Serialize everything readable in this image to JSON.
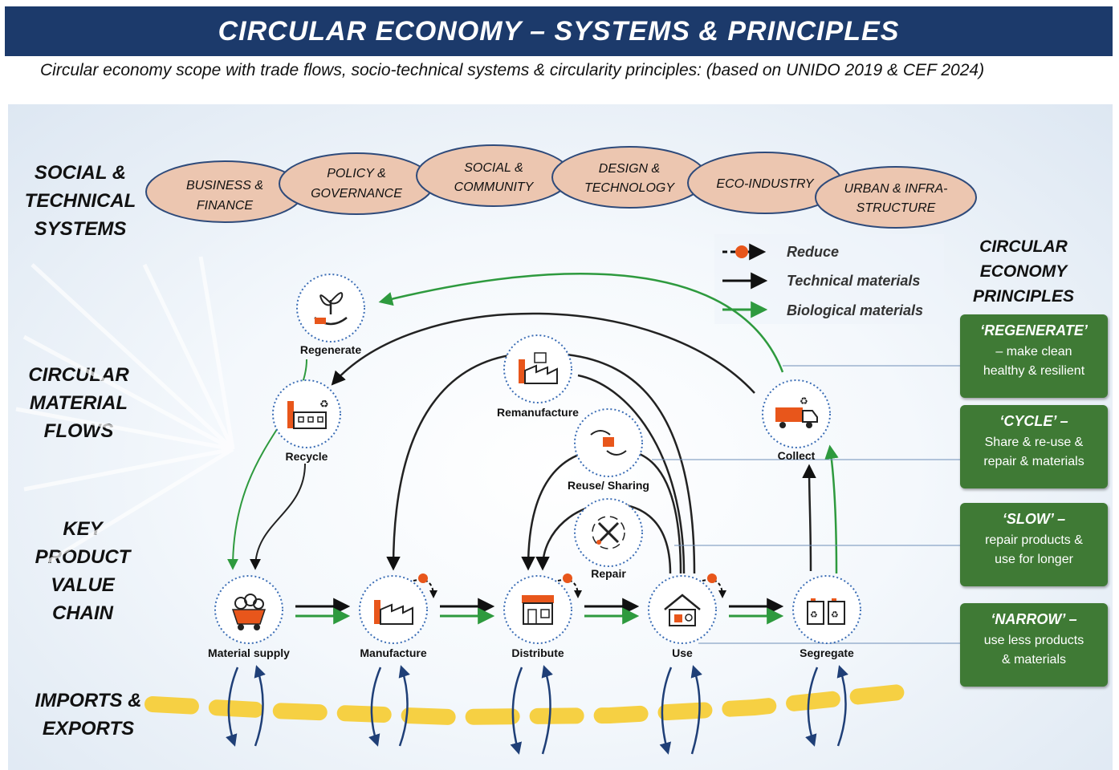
{
  "header": {
    "title": "CIRCULAR ECONOMY – SYSTEMS & PRINCIPLES",
    "subtitle": "Circular economy scope with trade flows, socio-technical systems & circularity principles:  (based on UNIDO 2019 & CEF 2024)"
  },
  "rows": {
    "social_technical": "SOCIAL & TECHNICAL SYSTEMS",
    "material_flows": "CIRCULAR MATERIAL FLOWS",
    "value_chain": "KEY PRODUCT VALUE CHAIN",
    "imports_exports": "IMPORTS & EXPORTS"
  },
  "systems": [
    {
      "line1": "BUSINESS &",
      "line2": "FINANCE"
    },
    {
      "line1": "POLICY &",
      "line2": "GOVERNANCE"
    },
    {
      "line1": "SOCIAL &",
      "line2": "COMMUNITY"
    },
    {
      "line1": "DESIGN &",
      "line2": "TECHNOLOGY"
    },
    {
      "line1": "ECO-INDUSTRY",
      "line2": ""
    },
    {
      "line1": "URBAN & INFRA-",
      "line2": "STRUCTURE"
    }
  ],
  "legend": {
    "reduce": "Reduce",
    "technical": "Technical materials",
    "biological": "Biological materials"
  },
  "nodes": {
    "regenerate": "Regenerate",
    "recycle": "Recycle",
    "remanufacture": "Remanufacture",
    "reuse": "Reuse/ Sharing",
    "repair": "Repair",
    "collect": "Collect",
    "material_supply": "Material supply",
    "manufacture": "Manufacture",
    "distribute": "Distribute",
    "use": "Use",
    "segregate": "Segregate"
  },
  "principles": {
    "title": "CIRCULAR ECONOMY PRINCIPLES",
    "items": [
      {
        "heading": "‘REGENERATE’",
        "line1": "– make clean",
        "line2": "healthy & resilient"
      },
      {
        "heading": "‘CYCLE’ –",
        "line1": "Share & re-use &",
        "line2": "repair & materials"
      },
      {
        "heading": "‘SLOW’ –",
        "line1": "repair products &",
        "line2": "use for longer"
      },
      {
        "heading": "‘NARROW’ –",
        "line1": "use less products",
        "line2": "& materials"
      }
    ]
  },
  "colors": {
    "title_bar": "#1c3a6b",
    "ellipse_fill": "#ecc6b0",
    "ellipse_stroke": "#2e4a7a",
    "green": "#2e9a3e",
    "principle_box": "#3f7a35",
    "reduce_orange": "#e8561b",
    "trade_dash": "#f6d043",
    "trade_arrow": "#1f3f77"
  }
}
